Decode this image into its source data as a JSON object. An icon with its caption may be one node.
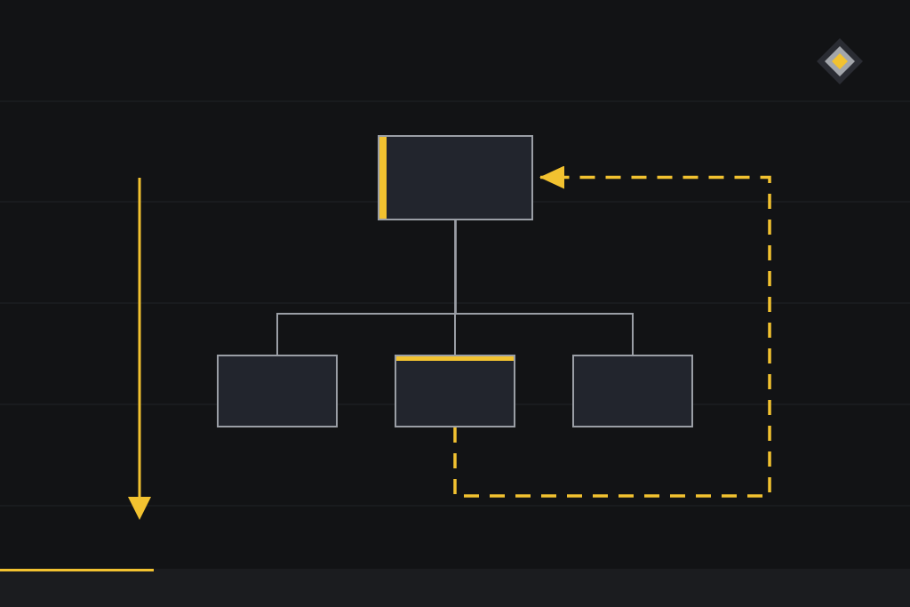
{
  "diagram": {
    "nodes": [
      {
        "text": [],
        "shape": "box"
      },
      {
        "text": [],
        "shape": "box"
      },
      {
        "text": [],
        "shape": "box"
      },
      {
        "text": [],
        "shape": "box"
      }
    ],
    "edges": [
      {
        "from": 0,
        "to": 1,
        "arrow": "none"
      },
      {
        "from": 0,
        "to": 2,
        "arrow": "none"
      },
      {
        "from": 0,
        "to": 3,
        "arrow": "none"
      },
      {
        "from": 2,
        "to": 0,
        "arrow": "to",
        "style": "dashed",
        "color": "#f2c230"
      }
    ]
  }
}
